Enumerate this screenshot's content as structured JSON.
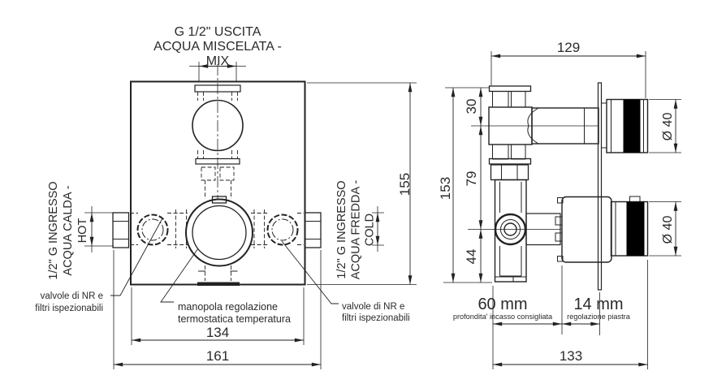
{
  "colors": {
    "ink": "#222222",
    "background": "#ffffff",
    "knob_band": "#000000"
  },
  "front_view": {
    "outlet_label": [
      "G 1/2\" USCITA",
      "ACQUA MISCELATA -",
      "MIX"
    ],
    "hot_inlet_label": [
      "1/2\" G INGRESSO",
      "ACQUA CALDA -",
      "HOT"
    ],
    "cold_inlet_label": [
      "1/2\" G INGRESSO",
      "ACQUA FREDDA -",
      "COLD"
    ],
    "left_valve_note": [
      "valvole di NR e",
      "filtri ispezionabili"
    ],
    "knob_note": [
      "manopola regolazione",
      "termostatica temperatura"
    ],
    "right_valve_note": [
      "valvole di NR e",
      "filtri ispezionabili"
    ],
    "dims": {
      "body_width": "134",
      "overall_width": "161",
      "body_height": "155"
    }
  },
  "side_view": {
    "dims": {
      "overall_width": "129",
      "top_offset": "30",
      "axis_distance": "79",
      "bottom_offset": "44",
      "overall_height": "153",
      "knob_diameter_top": "Ø 40",
      "knob_diameter_bottom": "Ø 40",
      "recess_depth": "60 mm",
      "recess_depth_caption": "profondita' incasso consigliata",
      "plate_adjust": "14 mm",
      "plate_adjust_caption": "regolazione piastra",
      "total_depth": "133"
    }
  }
}
